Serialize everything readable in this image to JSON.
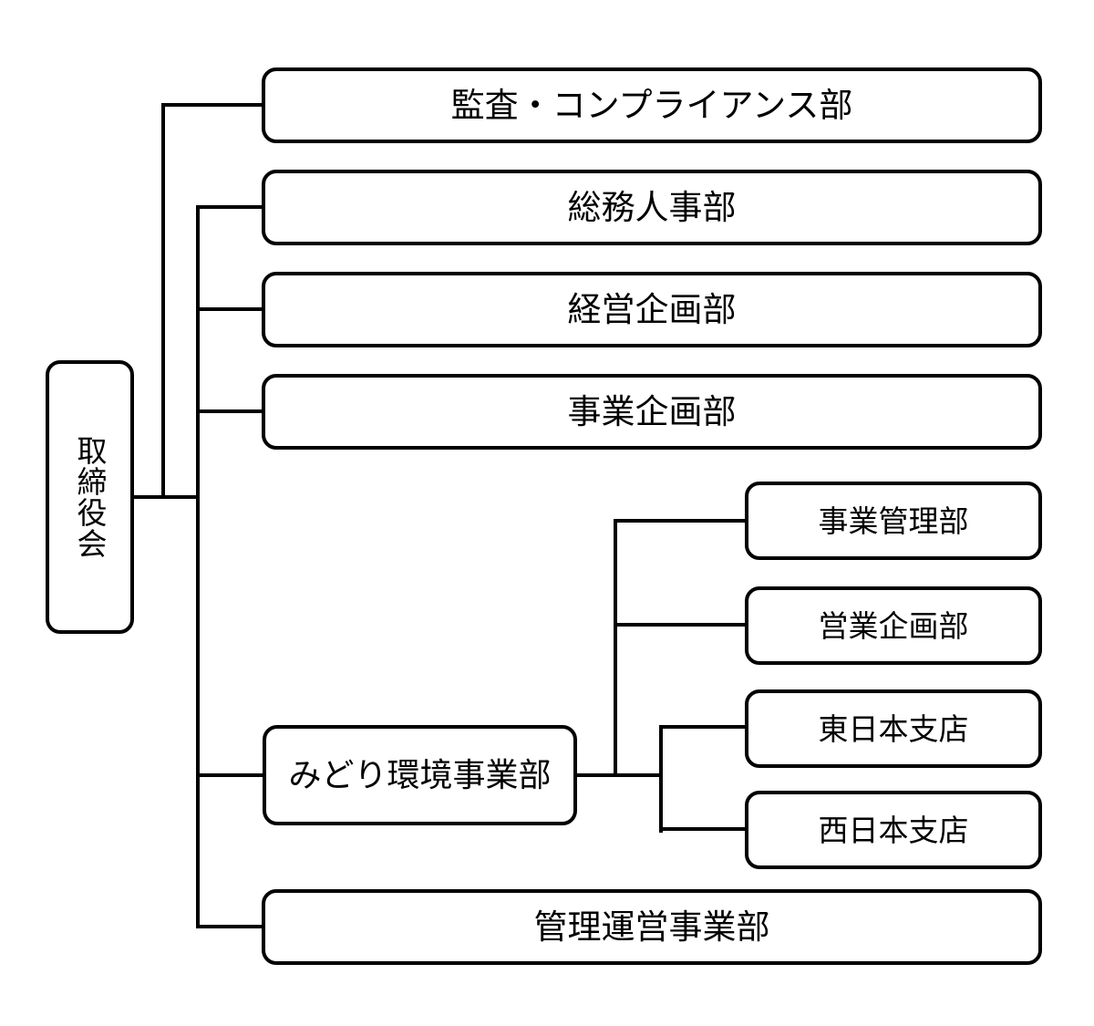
{
  "diagram": {
    "type": "org-chart",
    "background_color": "#ffffff",
    "line_color": "#000000",
    "box_border_color": "#000000",
    "text_color": "#000000",
    "nodes": {
      "board": {
        "label": "取締役会"
      },
      "audit_compliance": {
        "label": "監査・コンプライアンス部"
      },
      "general_affairs_hr": {
        "label": "総務人事部"
      },
      "corporate_planning": {
        "label": "経営企画部"
      },
      "business_planning": {
        "label": "事業企画部"
      },
      "midori_environment_division": {
        "label": "みどり環境事業部"
      },
      "business_administration": {
        "label": "事業管理部"
      },
      "sales_planning": {
        "label": "営業企画部"
      },
      "east_japan_branch": {
        "label": "東日本支店"
      },
      "west_japan_branch": {
        "label": "西日本支店"
      },
      "management_operations_division": {
        "label": "管理運営事業部"
      }
    },
    "edges": [
      {
        "from": "board",
        "to": "audit_compliance"
      },
      {
        "from": "board",
        "to": "general_affairs_hr"
      },
      {
        "from": "board",
        "to": "corporate_planning"
      },
      {
        "from": "board",
        "to": "business_planning"
      },
      {
        "from": "board",
        "to": "midori_environment_division"
      },
      {
        "from": "board",
        "to": "management_operations_division"
      },
      {
        "from": "midori_environment_division",
        "to": "business_administration"
      },
      {
        "from": "midori_environment_division",
        "to": "sales_planning"
      },
      {
        "from": "midori_environment_division",
        "to": "east_japan_branch"
      },
      {
        "from": "midori_environment_division",
        "to": "west_japan_branch"
      }
    ]
  }
}
